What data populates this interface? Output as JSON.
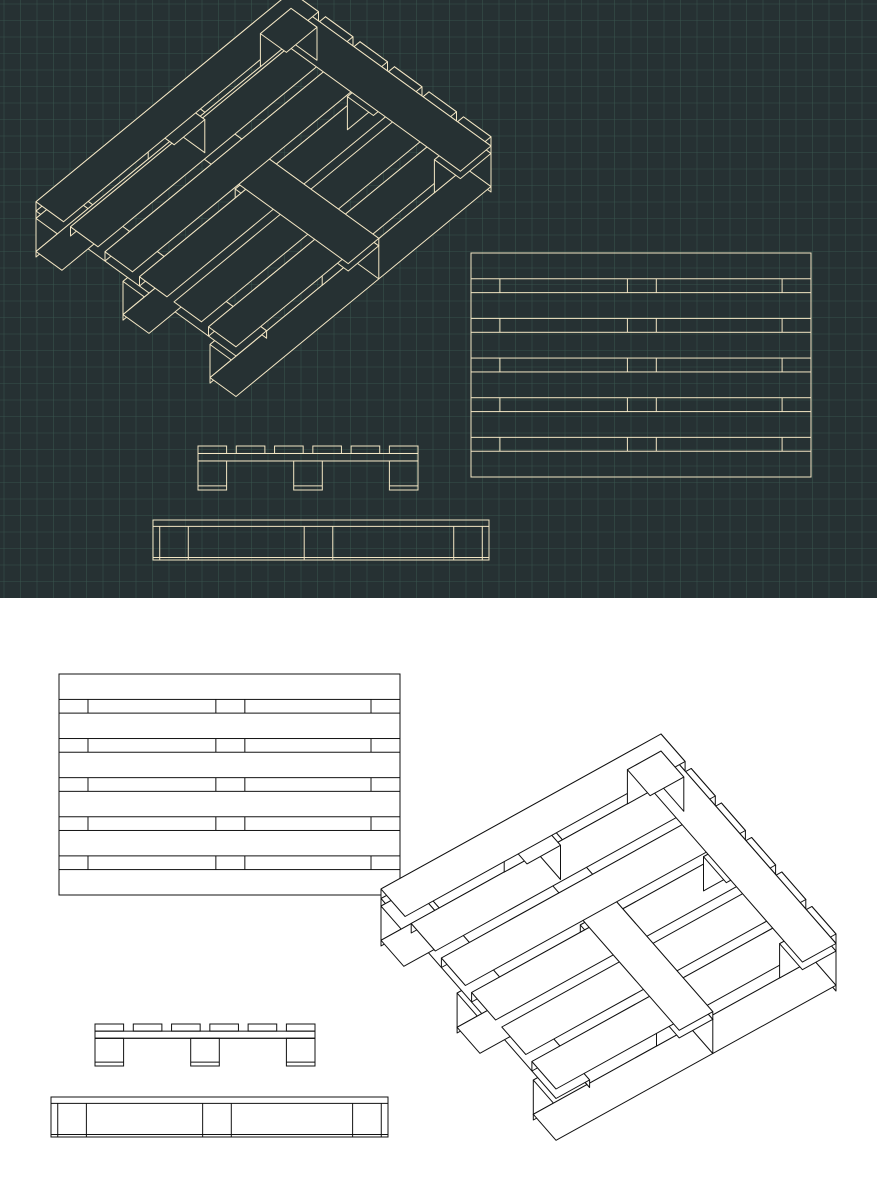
{
  "palette": {
    "dark_background": "#263133",
    "dark_grid": "#3c5a52",
    "dark_line": "#f3e6c4",
    "light_background": "#ffffff",
    "light_line": "#111111"
  },
  "views": [
    "isometric",
    "top",
    "side",
    "front"
  ]
}
